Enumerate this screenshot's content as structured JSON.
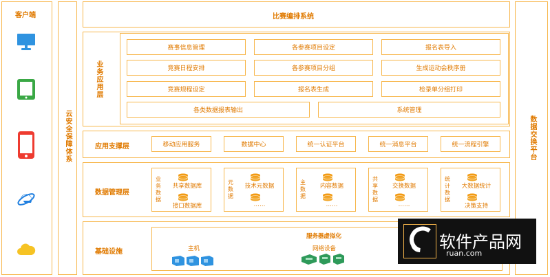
{
  "left_column": {
    "title": "客户端"
  },
  "security_column": {
    "title": "云安全保障体系"
  },
  "exchange_column": {
    "title": "数据交换平台"
  },
  "system_title": "比赛编排系统",
  "business_layer": {
    "label": "业务应用层",
    "items": [
      "赛事信息管理",
      "各参赛项目设定",
      "报名表导入",
      "竞赛日程安排",
      "各参赛项目分组",
      "生成运动会秩序册",
      "竞赛规程设定",
      "报名表生成",
      "检录单分组打印",
      "各类数据报表输出",
      "系统管理"
    ]
  },
  "support_layer": {
    "label": "应用支撑层",
    "items": [
      "移动应用服务",
      "数据中心",
      "统一认证平台",
      "统一消息平台",
      "统一流程引擎"
    ]
  },
  "data_layer": {
    "label": "数据管理层",
    "groups": [
      {
        "side": "业务数据",
        "a": "共享数据库",
        "b": "接口数据库"
      },
      {
        "side": "元数据",
        "a": "技术元数据",
        "b": "……"
      },
      {
        "side": "主数据",
        "a": "内容数据",
        "b": "……"
      },
      {
        "side": "共享数据",
        "a": "交换数据",
        "b": "……"
      },
      {
        "side": "统计数据",
        "a": "大数据统计",
        "b": "决策支持"
      }
    ]
  },
  "infra_layer": {
    "label": "基础设施",
    "virtualization": "服务器虚拟化",
    "host": "主机",
    "network": "网络设备"
  },
  "watermark": {
    "brand": "软件产品网",
    "url": "ruan.com"
  },
  "colors": {
    "accent": "#f7b64a",
    "text": "#e07a00",
    "monitor": "#2f93e0",
    "tablet": "#3aa845",
    "phone": "#ee3b30",
    "ie": "#1f7fe0",
    "cloud": "#f6c324"
  }
}
